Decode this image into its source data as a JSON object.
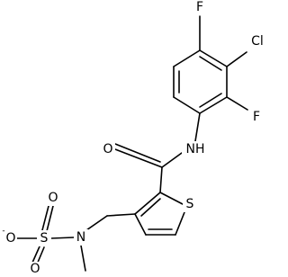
{
  "molecule": {
    "atoms": {
      "f_top": "F",
      "cl": "Cl",
      "f_right": "F",
      "nh": "NH",
      "o_carbonyl": "O",
      "s_ring": "S",
      "n_sulfonamide": "N",
      "o_sulfonyl_upper": "O",
      "o_sulfonyl_lower": "O",
      "o_sulfonate": "O",
      "s_sulfonyl": "S"
    },
    "charges": {
      "o_sulfonate": "-"
    }
  }
}
